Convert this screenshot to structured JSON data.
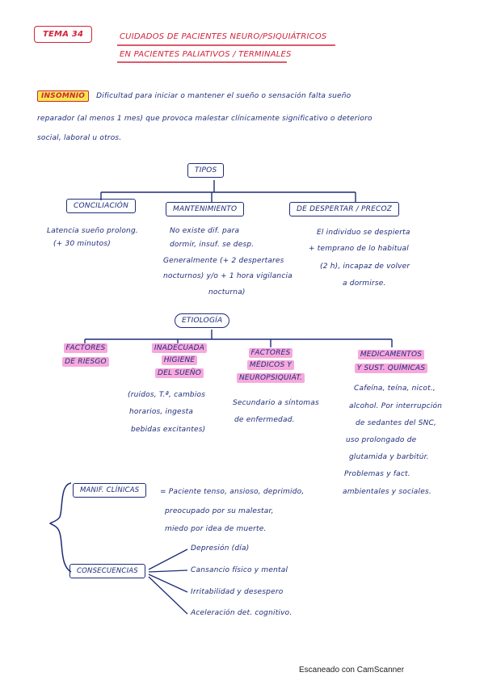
{
  "header": {
    "topic": "TEMA 34",
    "title_line1": "CUIDADOS DE PACIENTES NEURO/PSIQUIÁTRICOS",
    "title_line2": "EN PACIENTES PALIATIVOS / TERMINALES"
  },
  "definition": {
    "term": "INSOMNIO",
    "line1": "Dificultad para iniciar o mantener el sueño o sensación falta sueño",
    "line2": "reparador (al menos 1 mes) que provoca malestar clínicamente significativo o deterioro",
    "line3": "social, laboral u otros."
  },
  "tipos": {
    "label": "TIPOS",
    "items": [
      {
        "label": "CONCILIACIÓN",
        "desc": [
          "Latencia sueño prolong.",
          "(+ 30 minutos)"
        ]
      },
      {
        "label": "MANTENIMIENTO",
        "desc": [
          "No existe dif. para",
          "dormir, insuf. se desp.",
          "Generalmente (+ 2 despertares",
          "nocturnos) y/o + 1 hora vigilancia",
          "nocturna)"
        ]
      },
      {
        "label": "DE DESPERTAR / PRECOZ",
        "desc": [
          "El individuo se despierta",
          "+ temprano de lo habitual",
          "(2 h), incapaz de volver",
          "a dormirse."
        ]
      }
    ]
  },
  "etiologia": {
    "label": "ETIOLOGÍA",
    "items": [
      {
        "label": [
          "FACTORES",
          "DE RIESGO"
        ],
        "desc": []
      },
      {
        "label": [
          "INADECUADA",
          "HIGIENE",
          "DEL SUEÑO"
        ],
        "desc": [
          "(ruidos, T.ª, cambios",
          "horarios, ingesta",
          "bebidas excitantes)"
        ]
      },
      {
        "label": [
          "FACTORES",
          "MÉDICOS Y",
          "NEUROPSIQUIÁT."
        ],
        "desc": [
          "Secundario a síntomas",
          "de enfermedad."
        ]
      },
      {
        "label": [
          "MEDICAMENTOS",
          "Y SUST. QUÍMICAS"
        ],
        "desc": [
          "Cafeína, teína, nicot.,",
          "alcohol. Por interrupción",
          "de sedantes del SNC,",
          "uso prolongado de",
          "glutamida y barbitúr.",
          "Problemas y fact.",
          "ambientales y sociales."
        ]
      }
    ]
  },
  "manifestaciones": {
    "label": "MANIF. CLÍNICAS",
    "desc": [
      "= Paciente tenso, ansioso, deprimido,",
      "preocupado por su malestar,",
      "miedo por idea de muerte."
    ]
  },
  "consecuencias": {
    "label": "CONSECUENCIAS",
    "items": [
      "Depresión (día)",
      "Cansancio físico y mental",
      "Irritabilidad y desespero",
      "Aceleración det. cognitivo."
    ]
  },
  "footer": {
    "scanner": "Escaneado con CamScanner"
  },
  "colors": {
    "ink": "#1f2c78",
    "red": "#d3233a",
    "pink": "#f7a8dc",
    "yellow": "#f2e94e"
  }
}
